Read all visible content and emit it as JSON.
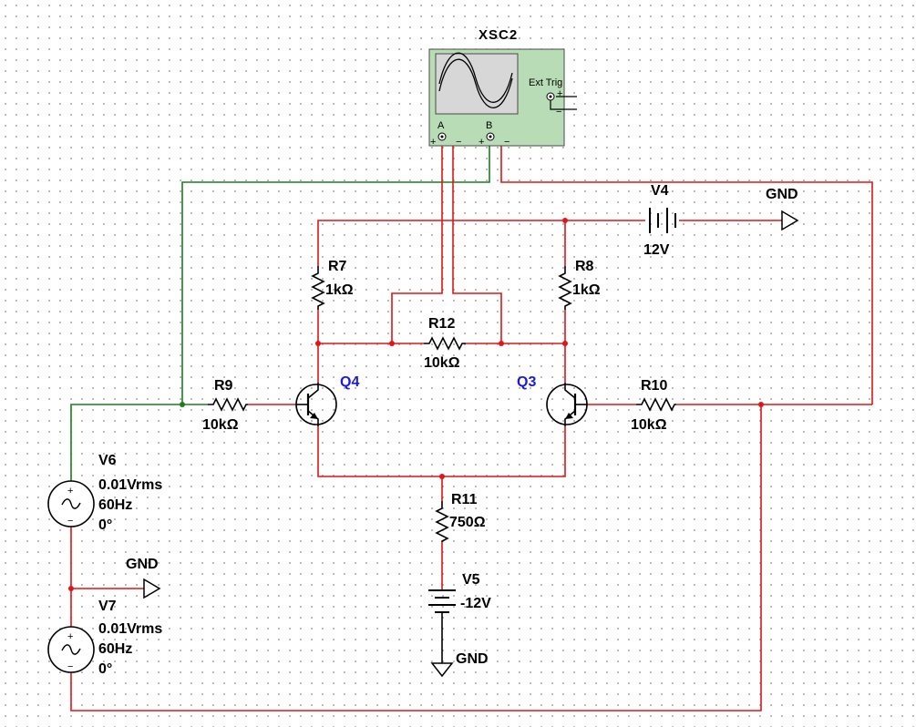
{
  "colors": {
    "wire_red": "#e01515",
    "wire_green": "#1c7d1c",
    "symbol": "#000000",
    "transistor_label": "#1a1adc",
    "scope_body": "#b8dcb5",
    "scope_screen": "#d7d7d7"
  },
  "oscilloscope": {
    "name": "XSC2",
    "ext_trig": "Ext Trig",
    "channel_a": "A",
    "channel_b": "B",
    "plus": "+",
    "minus": "−"
  },
  "components": {
    "V4": {
      "name": "V4",
      "value": "12V"
    },
    "V5": {
      "name": "V5",
      "value": "-12V"
    },
    "V6": {
      "name": "V6",
      "amplitude": "0.01Vrms",
      "frequency": "60Hz",
      "phase": "0°"
    },
    "V7": {
      "name": "V7",
      "amplitude": "0.01Vrms",
      "frequency": "60Hz",
      "phase": "0°"
    },
    "R7": {
      "name": "R7",
      "value": "1kΩ"
    },
    "R8": {
      "name": "R8",
      "value": "1kΩ"
    },
    "R9": {
      "name": "R9",
      "value": "10kΩ"
    },
    "R10": {
      "name": "R10",
      "value": "10kΩ"
    },
    "R11": {
      "name": "R11",
      "value": "750Ω"
    },
    "R12": {
      "name": "R12",
      "value": "10kΩ"
    },
    "Q3": {
      "name": "Q3"
    },
    "Q4": {
      "name": "Q4"
    }
  },
  "grounds": {
    "gnd_v4": "GND",
    "gnd_v6v7": "GND",
    "gnd_v5": "GND"
  },
  "source_signs": {
    "plus": "+",
    "minus": "−"
  }
}
